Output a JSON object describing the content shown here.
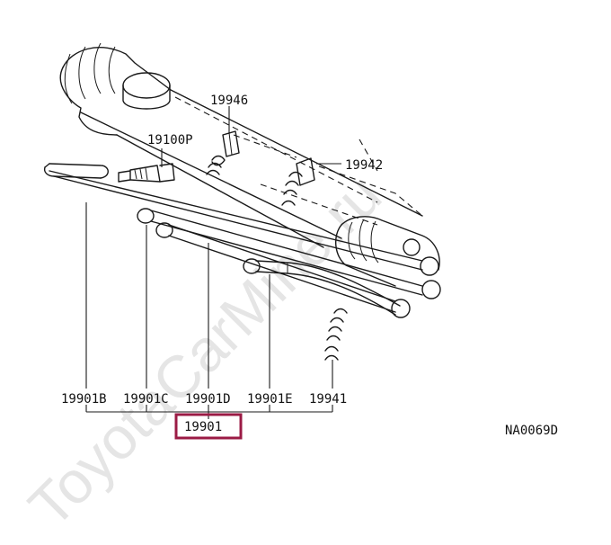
{
  "watermark": "ToyotaCarMine.ru",
  "diagram_code": "NA0069D",
  "highlight_color": "#9b1b45",
  "parts": {
    "p19946": "19946",
    "p19100P": "19100P",
    "p19942": "19942",
    "p19901B": "19901B",
    "p19901C": "19901C",
    "p19901D": "19901D",
    "p19901E": "19901E",
    "p19941": "19941",
    "p19901": "19901"
  }
}
